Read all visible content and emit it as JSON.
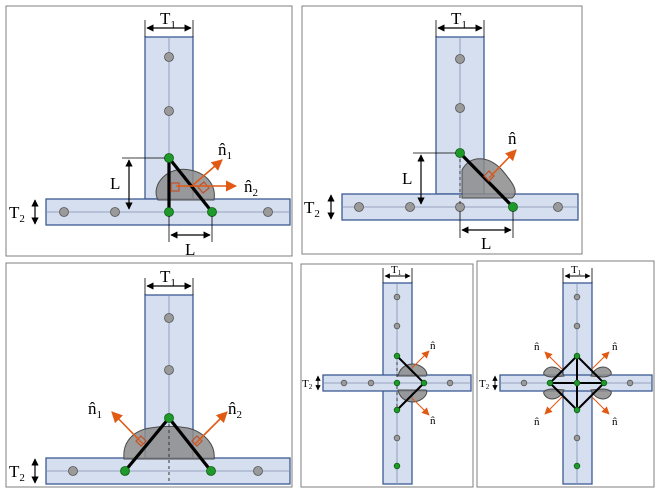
{
  "labels": {
    "thickness_1": "T",
    "thickness_1_sub": "1",
    "thickness_2": "T",
    "thickness_2_sub": "2",
    "length": "L",
    "normal_1": "n̂",
    "normal_1_sub": "1",
    "normal_2": "n̂",
    "normal_2_sub": "2",
    "normal": "n̂"
  },
  "colors": {
    "plate_fill": "#d6dff0",
    "plate_stroke": "#3d5a94",
    "weld_fill": "#8c8c8c",
    "node_green": "#1f9a2a",
    "node_gray": "#9a9a9a",
    "normal_arrow": "#e05a14",
    "weld_line": "#000000"
  },
  "panels": [
    {
      "id": "panel-1",
      "description_key": "t-joint-two-sided-fillet"
    },
    {
      "id": "panel-2",
      "description_key": "t-joint-one-sided-fillet"
    },
    {
      "id": "panel-3",
      "description_key": "t-joint-double-fillet"
    },
    {
      "id": "panel-4",
      "description_key": "cross-joint-fillets"
    },
    {
      "id": "panel-5",
      "description_key": "cross-joint-diamond"
    }
  ]
}
